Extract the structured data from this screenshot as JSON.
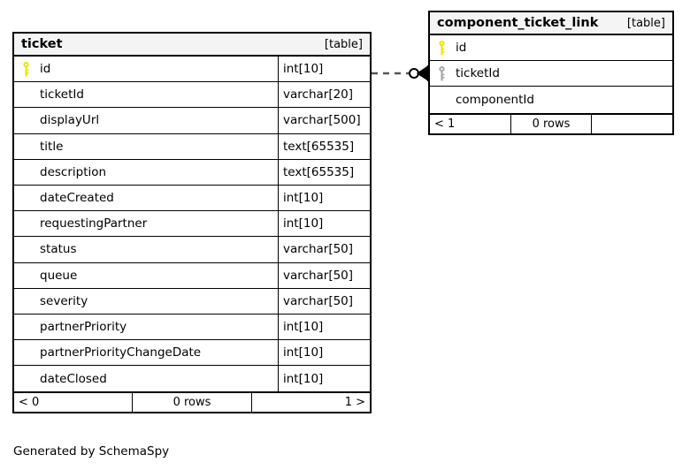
{
  "diagram": {
    "caption": "Generated by SchemaSpy",
    "colors": {
      "border": "#000000",
      "header_background": "#f4f4f4",
      "primary_key": "#e8e800",
      "foreign_key": "#a8a8a8",
      "background": "#ffffff"
    }
  },
  "tables": [
    {
      "name": "ticket",
      "tag": "[table]",
      "columns": [
        {
          "key": "primary",
          "key_icon": "key-icon",
          "name": "id",
          "type": "int[10]"
        },
        {
          "key": "none",
          "key_icon": "",
          "name": "ticketId",
          "type": "varchar[20]"
        },
        {
          "key": "none",
          "key_icon": "",
          "name": "displayUrl",
          "type": "varchar[500]"
        },
        {
          "key": "none",
          "key_icon": "",
          "name": "title",
          "type": "text[65535]"
        },
        {
          "key": "none",
          "key_icon": "",
          "name": "description",
          "type": "text[65535]"
        },
        {
          "key": "none",
          "key_icon": "",
          "name": "dateCreated",
          "type": "int[10]"
        },
        {
          "key": "none",
          "key_icon": "",
          "name": "requestingPartner",
          "type": "int[10]"
        },
        {
          "key": "none",
          "key_icon": "",
          "name": "status",
          "type": "varchar[50]"
        },
        {
          "key": "none",
          "key_icon": "",
          "name": "queue",
          "type": "varchar[50]"
        },
        {
          "key": "none",
          "key_icon": "",
          "name": "severity",
          "type": "varchar[50]"
        },
        {
          "key": "none",
          "key_icon": "",
          "name": "partnerPriority",
          "type": "int[10]"
        },
        {
          "key": "none",
          "key_icon": "",
          "name": "partnerPriorityChangeDate",
          "type": "int[10]"
        },
        {
          "key": "none",
          "key_icon": "",
          "name": "dateClosed",
          "type": "int[10]"
        }
      ],
      "footer": {
        "left": "< 0",
        "center": "0 rows",
        "right": "1 >"
      }
    },
    {
      "name": "component_ticket_link",
      "tag": "[table]",
      "columns": [
        {
          "key": "primary",
          "key_icon": "key-icon",
          "name": "id",
          "type": ""
        },
        {
          "key": "foreign",
          "key_icon": "key-icon",
          "name": "ticketId",
          "type": ""
        },
        {
          "key": "none",
          "key_icon": "",
          "name": "componentId",
          "type": ""
        }
      ],
      "footer": {
        "left": "< 1",
        "center": "0 rows",
        "right": ""
      }
    }
  ],
  "relationships": [
    {
      "from_table": "ticket",
      "from_column": "id",
      "to_table": "component_ticket_link",
      "to_column": "ticketId",
      "style": "dashed",
      "start_marker": "none",
      "end_marker": "crows-foot-one"
    }
  ]
}
